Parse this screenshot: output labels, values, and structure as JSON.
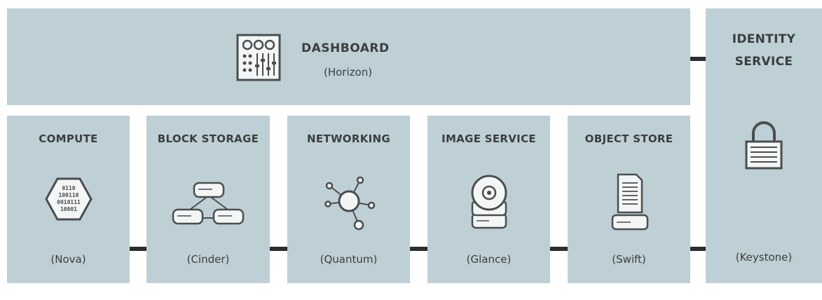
{
  "dashboard": {
    "title": "DASHBOARD",
    "subtitle": "(Horizon)",
    "icon": "control-panel-icon"
  },
  "identity": {
    "title_line1": "IDENTITY",
    "title_line2": "SERVICE",
    "subtitle": "(Keystone)",
    "icon": "padlock-icon"
  },
  "services": [
    {
      "title": "COMPUTE",
      "subtitle": "(Nova)",
      "icon": "binary-hexagon-icon"
    },
    {
      "title": "BLOCK STORAGE",
      "subtitle": "(Cinder)",
      "icon": "storage-disks-icon"
    },
    {
      "title": "NETWORKING",
      "subtitle": "(Quantum)",
      "icon": "network-nodes-icon"
    },
    {
      "title": "IMAGE SERVICE",
      "subtitle": "(Glance)",
      "icon": "disc-image-icon"
    },
    {
      "title": "OBJECT STORE",
      "subtitle": "(Swift)",
      "icon": "document-store-icon"
    }
  ],
  "colors": {
    "box": "#bed0d5",
    "connector": "#2b2d2e",
    "text": "#3b3e40"
  }
}
